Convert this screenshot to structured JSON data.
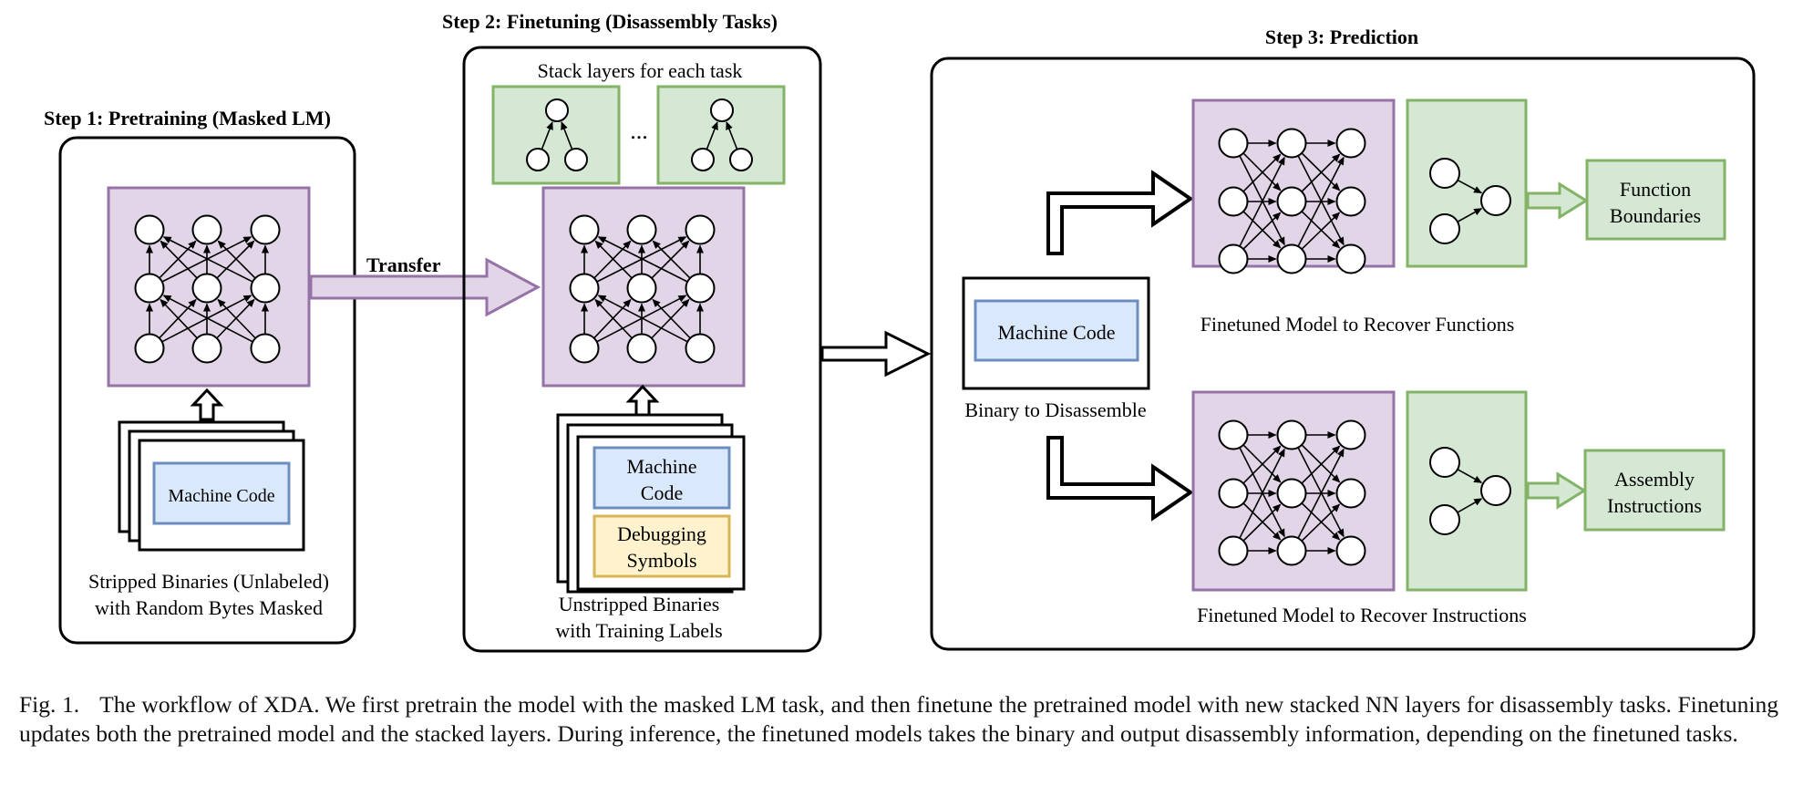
{
  "step1": {
    "title": "Step 1: Pretraining (Masked LM)",
    "input_label": "Machine Code",
    "caption_line1": "Stripped Binaries (Unlabeled)",
    "caption_line2": "with Random Bytes Masked"
  },
  "transfer_label": "Transfer",
  "step2": {
    "title": "Step 2: Finetuning (Disassembly Tasks)",
    "stack_label": "Stack layers for each task",
    "ellipsis": "...",
    "machine_code_line1": "Machine",
    "machine_code_line2": "Code",
    "debug_line1": "Debugging",
    "debug_line2": "Symbols",
    "caption_line1": "Unstripped Binaries",
    "caption_line2": "with Training Labels"
  },
  "step3": {
    "title": "Step 3: Prediction",
    "input_label": "Machine Code",
    "input_caption": "Binary to Disassemble",
    "model_functions_caption": "Finetuned Model to Recover Functions",
    "model_instructions_caption": "Finetuned Model to Recover Instructions",
    "output_functions_line1": "Function",
    "output_functions_line2": "Boundaries",
    "output_instructions_line1": "Assembly",
    "output_instructions_line2": "Instructions"
  },
  "colors": {
    "model_fill": "#e1d5e7",
    "model_border": "#9673a6",
    "layer_fill": "#d5e8d4",
    "layer_border": "#82b366",
    "code_fill": "#dae8fc",
    "code_border": "#6c8ebf",
    "debug_fill": "#fff2cc",
    "debug_border": "#d6b656"
  },
  "caption": {
    "label": "Fig. 1.",
    "text": "The workflow of XDA. We first pretrain the model with the masked LM task, and then finetune the pretrained model with new stacked NN layers for disassembly tasks. Finetuning updates both the pretrained model and the stacked layers. During inference, the finetuned models takes the binary and output disassembly information, depending on the finetuned tasks."
  }
}
